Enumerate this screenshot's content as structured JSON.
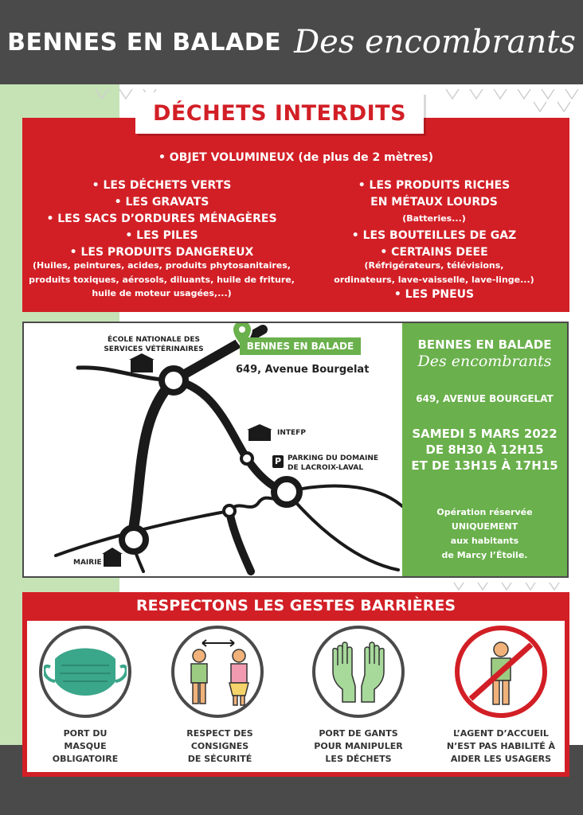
{
  "header": {
    "title_main": "BENNES EN BALADE",
    "title_script": "Des encombrants"
  },
  "forbidden": {
    "title": "DÉCHETS INTERDITS",
    "top_item": "• OBJET VOLUMINEUX (de plus de 2 mètres)",
    "left": {
      "l1": "• LES DÉCHETS VERTS",
      "l2": "• LES GRAVATS",
      "l3": "• LES SACS D’ORDURES MÉNAGÈRES",
      "l4": "• LES PILES",
      "l5": "• LES PRODUITS DANGEREUX",
      "l6": "(Huiles, peintures, acides, produits phytosanitaires,",
      "l7": "produits toxiques, aérosols, diluants, huile de friture,",
      "l8": "huile de moteur usagées,...)"
    },
    "right": {
      "r1": "• LES PRODUITS RICHES",
      "r2": "EN MÉTAUX LOURDS",
      "r3": "(Batteries...)",
      "r4": "• LES BOUTEILLES DE GAZ",
      "r5": "• CERTAINS DEEE",
      "r6": "(Réfrigérateurs, télévisions,",
      "r7": "ordinateurs, lave-vaisselle, lave-linge...)",
      "r8": "• LES PNEUS"
    }
  },
  "map": {
    "school_line1": "ÉCOLE NATIONALE DES",
    "school_line2": "SERVICES VÉTÉRINAIRES",
    "pin_label": "BENNES EN BALADE",
    "address": "649, Avenue Bourgelat",
    "intefp": "INTEFP",
    "parking_letter": "P",
    "parking_line1": "PARKING DU DOMAINE",
    "parking_line2": "DE LACROIX-LAVAL",
    "mairie": "MAIRIE"
  },
  "info": {
    "title": "BENNES EN BALADE",
    "script": "Des encombrants",
    "address": "649, AVENUE BOURGELAT",
    "date1": "SAMEDI 5 MARS 2022",
    "date2": "DE 8H30 À 12H15",
    "date3": "ET DE 13H15 À 17H15",
    "note1": "Opération réservée",
    "note2": "UNIQUEMENT",
    "note3": "aux habitants",
    "note4": "de Marcy l’Étoile."
  },
  "barriers": {
    "title": "RESPECTONS LES GESTES BARRIÈRES",
    "c1": [
      "PORT DU",
      "MASQUE",
      "OBLIGATOIRE"
    ],
    "c2": [
      "RESPECT DES",
      "CONSIGNES",
      "DE SÉCURITÉ"
    ],
    "c3": [
      "PORT DE GANTS",
      "POUR MANIPULER",
      "LES DÉCHETS"
    ],
    "c4": [
      "L’AGENT D’ACCUEIL",
      "N’EST PAS HABILITÉ À",
      "AIDER LES USAGERS"
    ]
  },
  "colors": {
    "red": "#d21f26",
    "green": "#6ab04c",
    "light_green": "#c6e3b6",
    "dark_grey": "#4a4a4a",
    "mask": "#3aa68a"
  },
  "icons": [
    "mask-icon",
    "distance-icon",
    "gloves-icon",
    "no-assistance-icon",
    "location-pin-icon",
    "building-icon",
    "parking-icon"
  ]
}
